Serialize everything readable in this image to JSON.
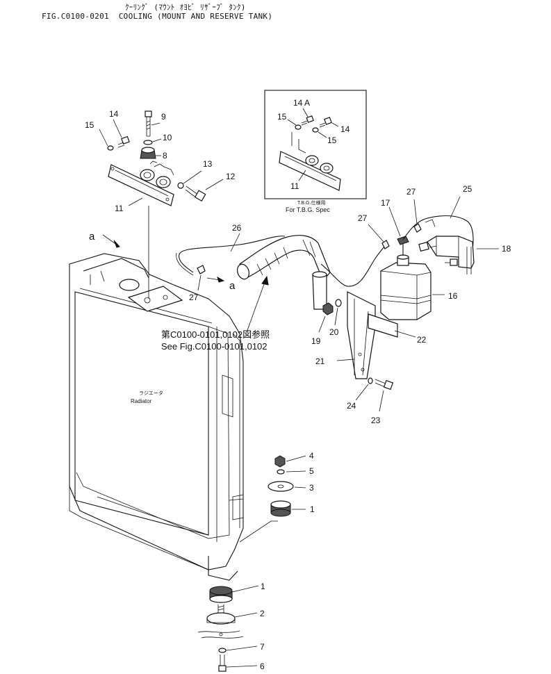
{
  "header": {
    "title_jp": "ｸｰﾘﾝｸﾞ (ﾏｳﾝﾄ ｵﾖﾋﾞ ﾘｻﾞｰﾌﾞ ﾀﾝｸ)",
    "title_en": "FIG.C0100-0201  COOLING (MOUNT AND RESERVE TANK)"
  },
  "inset": {
    "title_jp": "T.B.G.仕様用",
    "title_en": "For T.B.G. Spec",
    "callouts": [
      "14 A",
      "15",
      "14",
      "15",
      "11"
    ]
  },
  "labels": {
    "radiator_jp": "ラジエータ",
    "radiator_en": "Radiator",
    "see_fig_jp": "第C0100-0101,0102図参照",
    "see_fig_en": "See Fig.C0100-0101,0102",
    "view_a1": "a",
    "view_a2": "a"
  },
  "callouts": {
    "c14": "14",
    "c9": "9",
    "c15": "15",
    "c10": "10",
    "c8": "8",
    "c13": "13",
    "c12": "12",
    "c11": "11",
    "c26": "26",
    "c27a": "27",
    "c27b": "27",
    "c17": "17",
    "c27c": "27",
    "c25": "25",
    "c18": "18",
    "c16": "16",
    "c19": "19",
    "c20": "20",
    "c22": "22",
    "c21": "21",
    "c24": "24",
    "c23": "23",
    "c4": "4",
    "c5": "5",
    "c3": "3",
    "c1a": "1",
    "c1b": "1",
    "c2": "2",
    "c7": "7",
    "c6": "6"
  }
}
